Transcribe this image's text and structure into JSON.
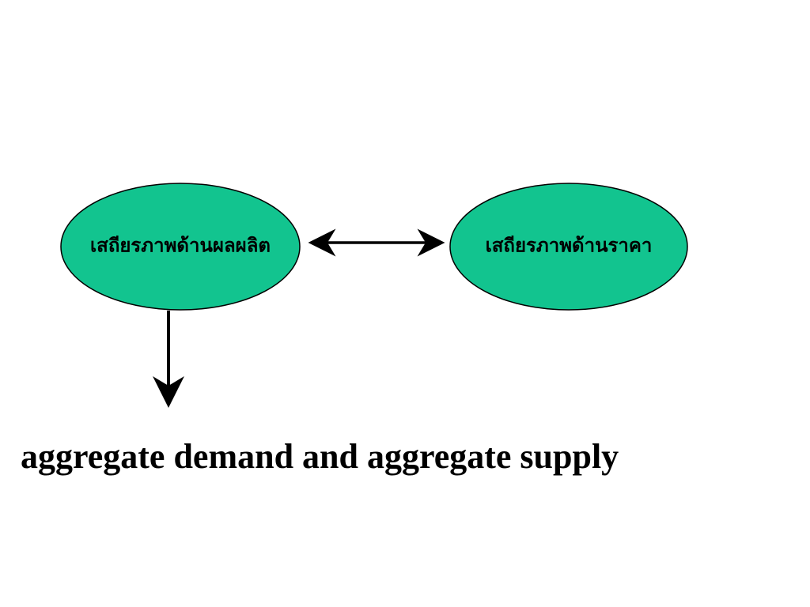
{
  "diagram": {
    "nodes": [
      {
        "id": "output_stability",
        "label": "เสถียรภาพด้านผลผลิต",
        "fill": "#12c48f",
        "stroke": "#000000"
      },
      {
        "id": "price_stability",
        "label": "เสถียรภาพด้านราคา",
        "fill": "#12c48f",
        "stroke": "#000000"
      }
    ],
    "edges": [
      {
        "from": "output_stability",
        "to": "price_stability",
        "style": "bidirectional-arrow"
      },
      {
        "from": "output_stability",
        "to": "caption",
        "style": "arrow-down"
      }
    ],
    "caption": "aggregate demand and aggregate supply"
  }
}
